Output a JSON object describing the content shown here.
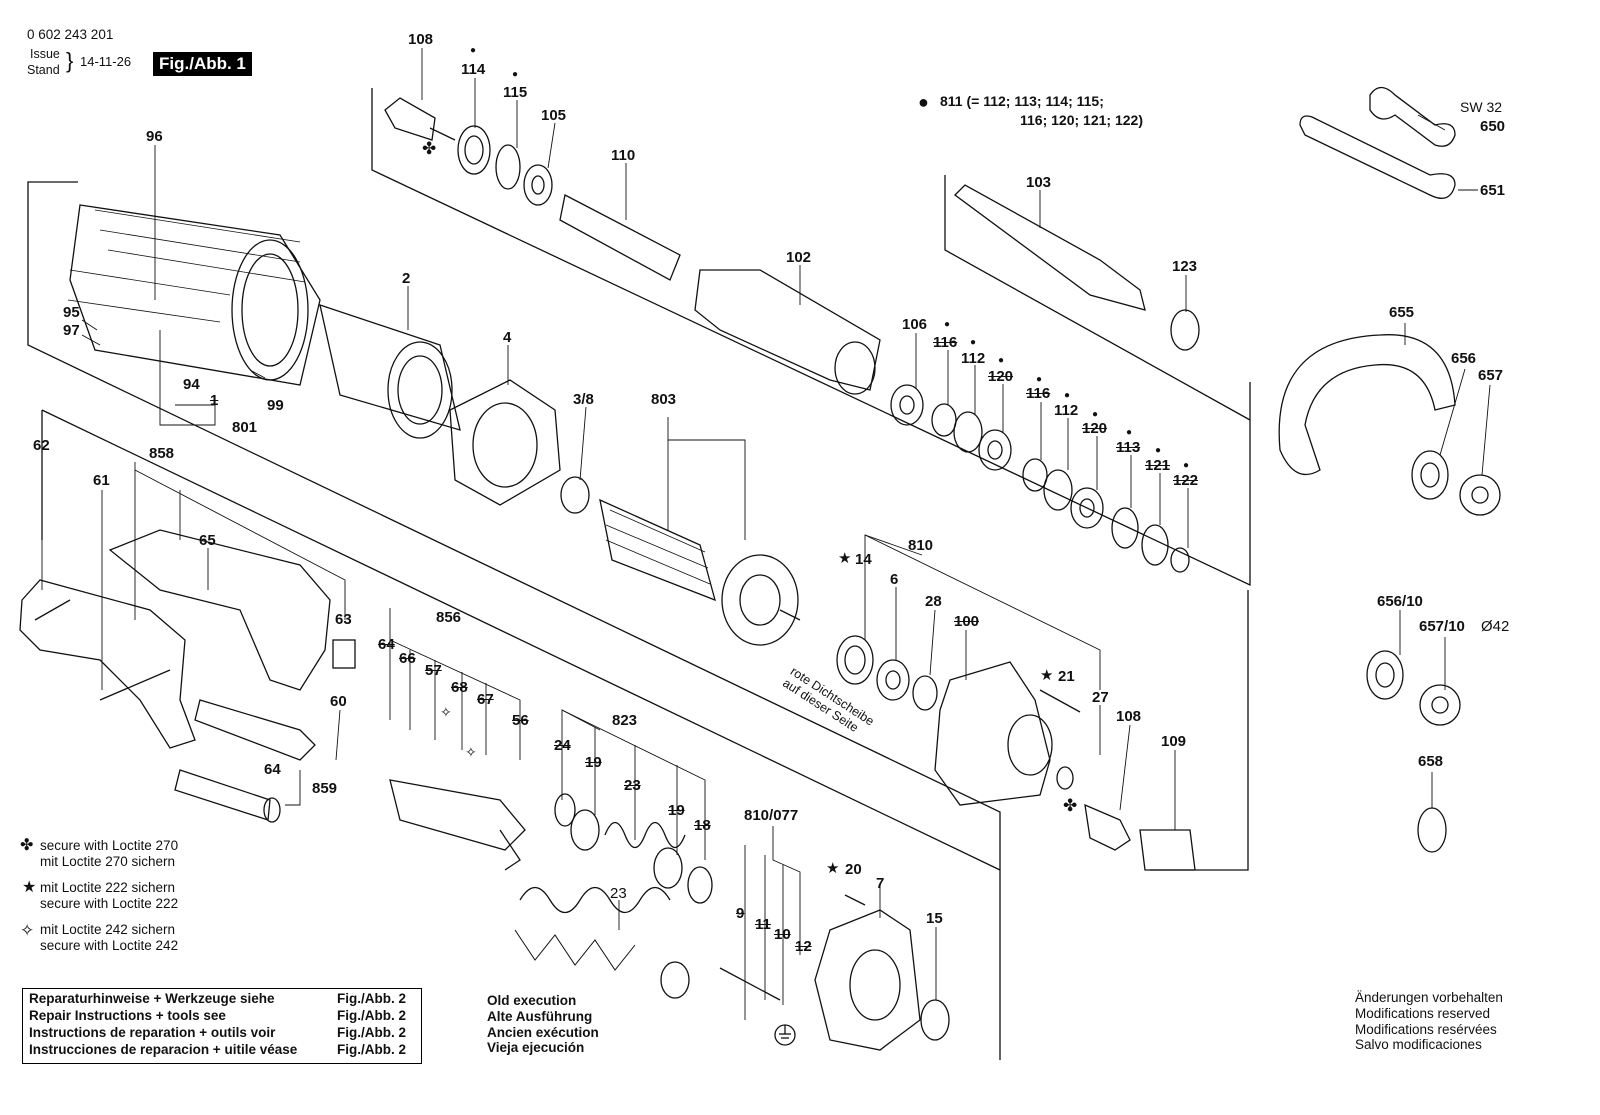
{
  "header": {
    "part_no": "0 602 243 201",
    "issue_label": "Issue",
    "stand_label": "Stand",
    "date": "14-11-26",
    "fig_title": "Fig./Abb. 1"
  },
  "kit_811": {
    "line1": "811 (= 112; 113; 114; 115;",
    "line2": "116; 120; 121; 122)"
  },
  "parts": [
    {
      "id": "108a",
      "text": "108"
    },
    {
      "id": "114",
      "text": "114"
    },
    {
      "id": "115",
      "text": "115"
    },
    {
      "id": "105",
      "text": "105"
    },
    {
      "id": "110",
      "text": "110"
    },
    {
      "id": "102",
      "text": "102"
    },
    {
      "id": "103",
      "text": "103"
    },
    {
      "id": "123",
      "text": "123"
    },
    {
      "id": "96",
      "text": "96"
    },
    {
      "id": "2",
      "text": "2"
    },
    {
      "id": "95",
      "text": "95"
    },
    {
      "id": "97",
      "text": "97"
    },
    {
      "id": "94",
      "text": "94"
    },
    {
      "id": "1",
      "text": "1"
    },
    {
      "id": "99",
      "text": "99"
    },
    {
      "id": "801",
      "text": "801"
    },
    {
      "id": "4",
      "text": "4"
    },
    {
      "id": "3/8",
      "text": "3/8"
    },
    {
      "id": "803",
      "text": "803"
    },
    {
      "id": "106",
      "text": "106"
    },
    {
      "id": "116a",
      "text": "116"
    },
    {
      "id": "112a",
      "text": "112"
    },
    {
      "id": "120a",
      "text": "120"
    },
    {
      "id": "116b",
      "text": "116"
    },
    {
      "id": "112b",
      "text": "112"
    },
    {
      "id": "120b",
      "text": "120"
    },
    {
      "id": "113",
      "text": "113"
    },
    {
      "id": "121",
      "text": "121"
    },
    {
      "id": "122",
      "text": "122"
    },
    {
      "id": "62",
      "text": "62"
    },
    {
      "id": "61",
      "text": "61"
    },
    {
      "id": "858",
      "text": "858"
    },
    {
      "id": "65",
      "text": "65"
    },
    {
      "id": "63",
      "text": "63"
    },
    {
      "id": "856",
      "text": "856"
    },
    {
      "id": "64a",
      "text": "64"
    },
    {
      "id": "66",
      "text": "66"
    },
    {
      "id": "57",
      "text": "57"
    },
    {
      "id": "68",
      "text": "68"
    },
    {
      "id": "67",
      "text": "67"
    },
    {
      "id": "56",
      "text": "56"
    },
    {
      "id": "60",
      "text": "60"
    },
    {
      "id": "64b",
      "text": "64"
    },
    {
      "id": "859",
      "text": "859"
    },
    {
      "id": "14",
      "text": "14"
    },
    {
      "id": "810",
      "text": "810"
    },
    {
      "id": "6",
      "text": "6"
    },
    {
      "id": "28",
      "text": "28"
    },
    {
      "id": "100",
      "text": "100"
    },
    {
      "id": "21",
      "text": "21"
    },
    {
      "id": "27",
      "text": "27"
    },
    {
      "id": "108b",
      "text": "108"
    },
    {
      "id": "109",
      "text": "109"
    },
    {
      "id": "823",
      "text": "823"
    },
    {
      "id": "24",
      "text": "24"
    },
    {
      "id": "19a",
      "text": "19"
    },
    {
      "id": "23a",
      "text": "23"
    },
    {
      "id": "19b",
      "text": "19"
    },
    {
      "id": "18",
      "text": "18"
    },
    {
      "id": "23b",
      "text": "23"
    },
    {
      "id": "810/077",
      "text": "810/077"
    },
    {
      "id": "9",
      "text": "9"
    },
    {
      "id": "11",
      "text": "11"
    },
    {
      "id": "10",
      "text": "10"
    },
    {
      "id": "12",
      "text": "12"
    },
    {
      "id": "20",
      "text": "20"
    },
    {
      "id": "7",
      "text": "7"
    },
    {
      "id": "15",
      "text": "15"
    },
    {
      "id": "sw32",
      "text": "SW 32"
    },
    {
      "id": "650",
      "text": "650"
    },
    {
      "id": "651",
      "text": "651"
    },
    {
      "id": "655",
      "text": "655"
    },
    {
      "id": "656",
      "text": "656"
    },
    {
      "id": "657",
      "text": "657"
    },
    {
      "id": "656/10",
      "text": "656/10"
    },
    {
      "id": "657/10",
      "text": "657/10"
    },
    {
      "id": "d42",
      "text": "Ø42"
    },
    {
      "id": "658",
      "text": "658"
    }
  ],
  "seal_note": {
    "line1": "rote Dichtscheibe",
    "line2": "auf dieser Seite"
  },
  "legend": [
    {
      "symbol": "✤",
      "line1": "secure with Loctite 270",
      "line2": "mit Loctite 270 sichern"
    },
    {
      "symbol": "★",
      "line1": "mit Loctite 222 sichern",
      "line2": "secure with Loctite 222"
    },
    {
      "symbol": "✧",
      "line1": "mit Loctite 242 sichern",
      "line2": "secure with Loctite 242"
    }
  ],
  "repair_box": [
    {
      "text": "Reparaturhinweise + Werkzeuge siehe",
      "ref": "Fig./Abb. 2"
    },
    {
      "text": "Repair Instructions + tools see",
      "ref": "Fig./Abb. 2"
    },
    {
      "text": "Instructions de reparation + outils voir",
      "ref": "Fig./Abb. 2"
    },
    {
      "text": "Instrucciones de reparacion + uitile véase",
      "ref": "Fig./Abb. 2"
    }
  ],
  "old_execution": [
    "Old execution",
    "Alte Ausführung",
    "Ancien exécution",
    "Vieja ejecución"
  ],
  "modifications": [
    "Änderungen vorbehalten",
    "Modifications reserved",
    "Modifications resérvées",
    "Salvo modificaciones"
  ]
}
